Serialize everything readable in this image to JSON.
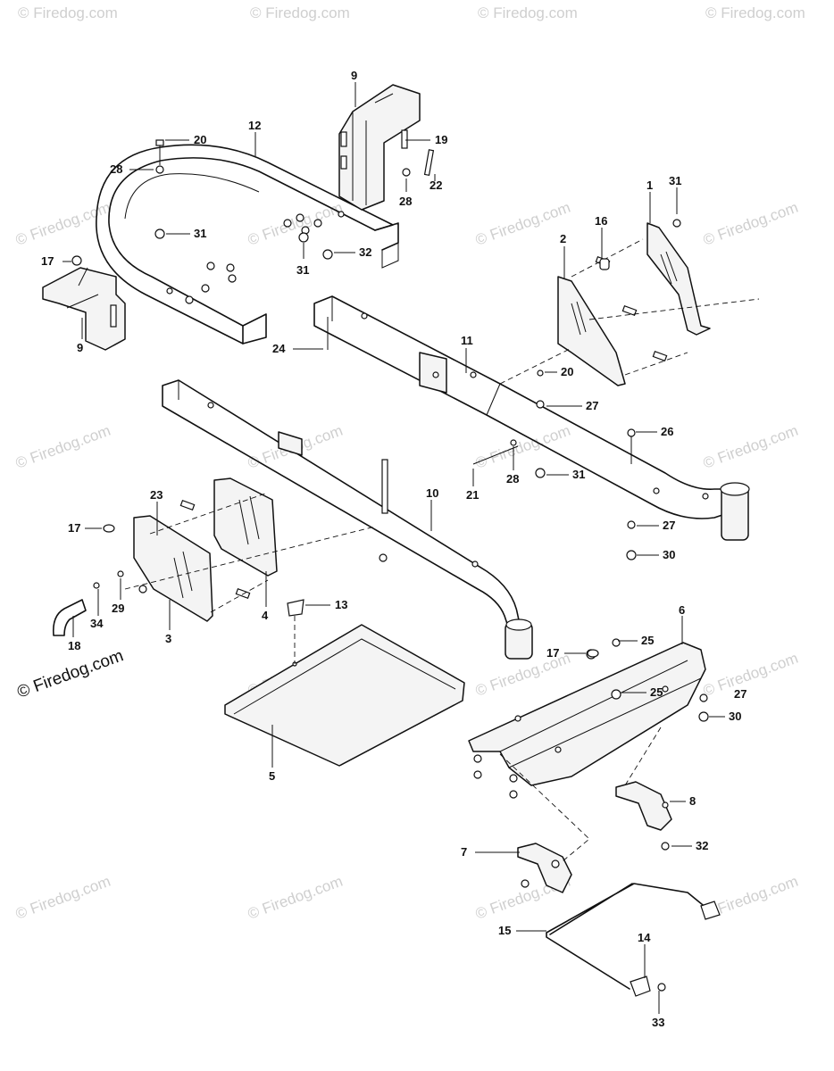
{
  "watermark": {
    "text": "© Firedog.com"
  },
  "callouts": {
    "c1": "1",
    "c2": "2",
    "c3": "3",
    "c4": "4",
    "c5": "5",
    "c6": "6",
    "c7": "7",
    "c8": "8",
    "c9a": "9",
    "c9b": "9",
    "c10": "10",
    "c11": "11",
    "c12": "12",
    "c13": "13",
    "c14": "14",
    "c15": "15",
    "c16": "16",
    "c17a": "17",
    "c17b": "17",
    "c17c": "17",
    "c18": "18",
    "c19": "19",
    "c20a": "20",
    "c20b": "20",
    "c21": "21",
    "c22": "22",
    "c23": "23",
    "c24": "24",
    "c25a": "25",
    "c25b": "25",
    "c26": "26",
    "c27a": "27",
    "c27b": "27",
    "c27c": "27",
    "c28a": "28",
    "c28b": "28",
    "c28c": "28",
    "c29": "29",
    "c30a": "30",
    "c30b": "30",
    "c31a": "31",
    "c31b": "31",
    "c31c": "31",
    "c31d": "31",
    "c32a": "32",
    "c32b": "32",
    "c33": "33",
    "c34": "34"
  }
}
